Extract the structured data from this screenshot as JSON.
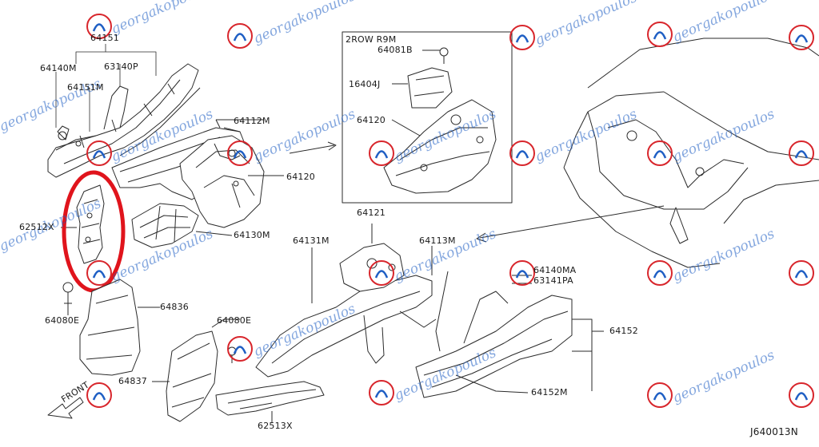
{
  "diagram": {
    "code": "J640013N",
    "inset_title": "2ROW R9M",
    "front_label": "FRONT",
    "watermark": "georgakopoulos",
    "colors": {
      "line": "#2a2a2a",
      "highlight_ring": "#e0141c",
      "watermark_blue": "#1f5fc4",
      "watermark_red": "#d8262c"
    },
    "labels": {
      "p64151": "64151",
      "p64140M": "64140M",
      "p63140P": "63140P",
      "p64151M": "64151M",
      "p64112M": "64112M",
      "p64120a": "64120",
      "p64130M": "64130M",
      "p62512X": "62512X",
      "p64080E_left": "64080E",
      "p64836": "64836",
      "p64080E_mid": "64080E",
      "p64837": "64837",
      "p62513X": "62513X",
      "p64081B": "64081B",
      "p16404J": "16404J",
      "p64120b": "64120",
      "p64121": "64121",
      "p64131M": "64131M",
      "p64113M": "64113M",
      "p64140MA": "64140MA",
      "p63141PA": "63141PA",
      "p64152": "64152",
      "p64152M": "64152M"
    }
  }
}
